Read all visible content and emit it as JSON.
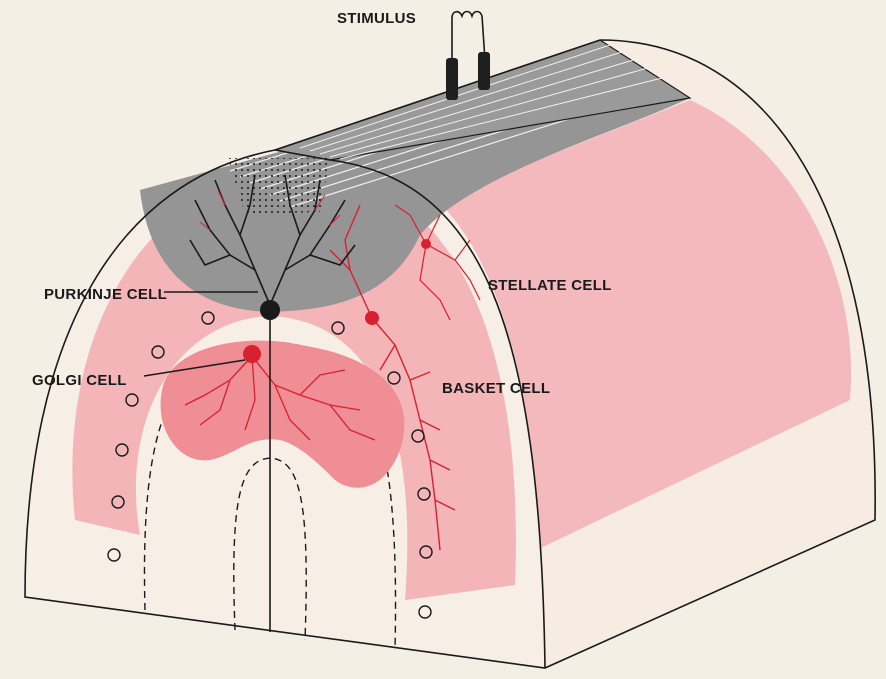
{
  "labels": {
    "stimulus": "STIMULUS",
    "purkinje": "PURKINJE CELL",
    "stellate": "STELLATE CELL",
    "golgi": "GOLGI CELL",
    "basket": "BASKET CELL"
  },
  "colors": {
    "background": "#f3efe4",
    "molecular_layer": "#f4b9bd",
    "granular_layer": "#f6c7c9",
    "golgi_field": "#ef8e95",
    "cell_red": "#d8202e",
    "parallel_fibers": "#8f8f8f",
    "purkinje_black": "#1a1a1a",
    "outline": "#1a1a1a"
  }
}
